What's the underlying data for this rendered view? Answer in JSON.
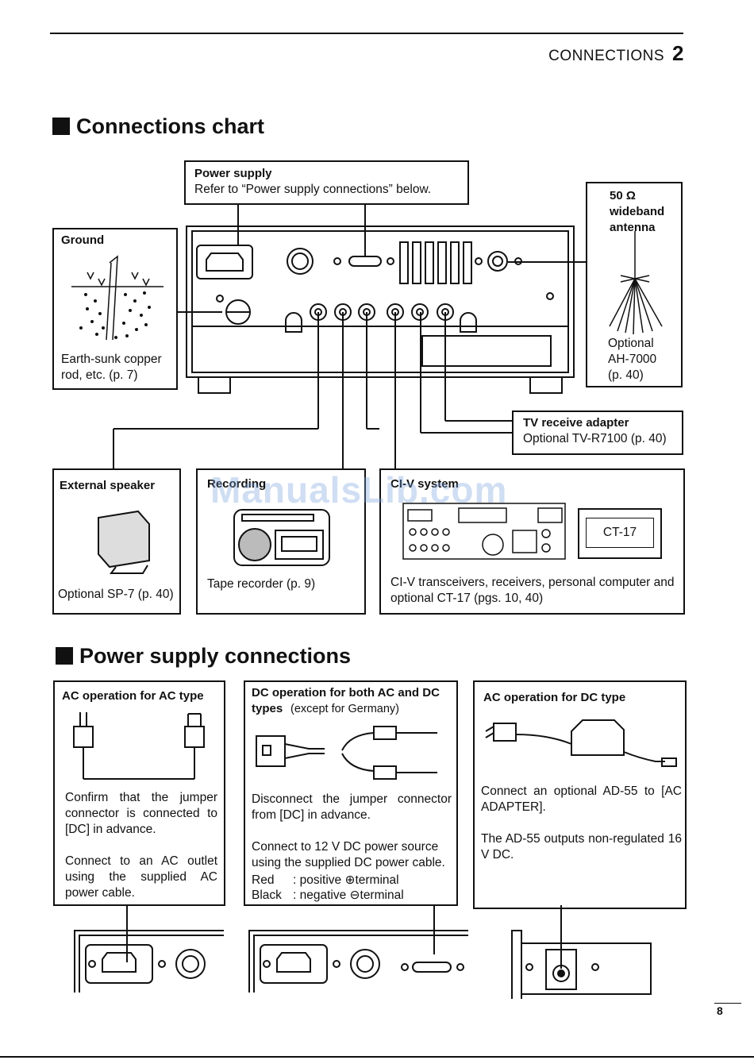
{
  "header": {
    "chapter_title": "CONNECTIONS",
    "chapter_number": "2"
  },
  "connections_chart": {
    "title": "Connections chart",
    "power_supply": {
      "title": "Power supply",
      "text": "Refer to “Power supply connections” below."
    },
    "ground": {
      "title": "Ground",
      "text": "Earth-sunk copper rod, etc. (p. 7)"
    },
    "antenna": {
      "title_line1": "50 Ω",
      "title_line2": "wideband",
      "title_line3": "antenna",
      "text_line1": "Optional",
      "text_line2": "AH-7000",
      "text_line3": "(p. 40)"
    },
    "tv_adapter": {
      "title": "TV receive adapter",
      "text": "Optional TV-R7100 (p. 40)"
    },
    "external_speaker": {
      "title": "External speaker",
      "text": "Optional SP-7 (p. 40)"
    },
    "recording": {
      "title": "Recording",
      "text": "Tape recorder (p. 9)"
    },
    "civ_system": {
      "title": "CI-V system",
      "device_label": "CT-17",
      "text": "CI-V transceivers, receivers, personal computer and optional CT-17 (pgs. 10, 40)"
    }
  },
  "power_supply_connections": {
    "title": "Power supply connections",
    "ac_for_ac": {
      "title": "AC operation for AC type",
      "text1": "Confirm that the jumper connector is connected to [DC] in advance.",
      "text2": "Connect to an AC outlet using the supplied AC power cable."
    },
    "dc_both": {
      "title": "DC operation for both AC and DC types",
      "subtitle": "(except for Germany)",
      "text1": "Disconnect the jumper connector from [DC] in advance.",
      "text2": "Connect to 12 V DC power source using the supplied DC power cable.",
      "red_label": "Red",
      "red_text": ": positive ⊕terminal",
      "black_label": "Black",
      "black_text": ": negative ⊖terminal"
    },
    "ac_for_dc": {
      "title": "AC operation for DC type",
      "text1": "Connect an optional AD-55 to [AC ADAPTER].",
      "text2": "The AD-55 outputs non-regulated 16 V DC."
    }
  },
  "watermark": "ManualsLib.com",
  "page_number": "8"
}
